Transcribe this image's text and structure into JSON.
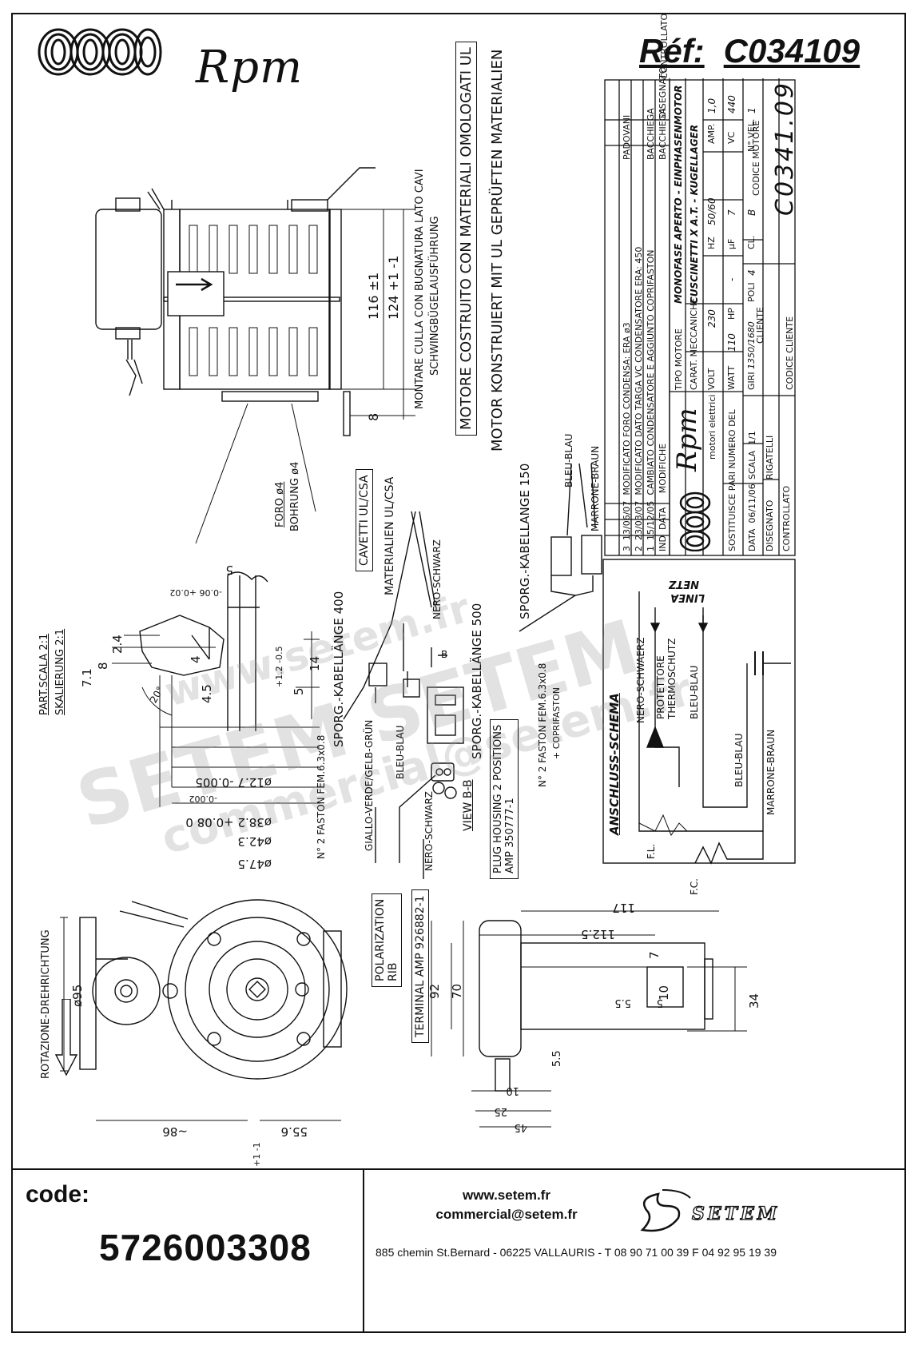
{
  "header": {
    "brand": "Rpm",
    "ref_label": "Réf:",
    "ref_value": "C034109"
  },
  "notes": {
    "ul_it": "MOTORE COSTRUITO CON MATERIALI OMOLOGATI UL",
    "ul_de": "MOTOR KONSTRUIERT MIT UL GEPRÜFTEN MATERIALIEN",
    "mount_it": "MONTARE CULLA CON BUGNATURA LATO CAVI",
    "mount_de": "SCHWINGBÜGELAUSFÜHRUNG",
    "hole_it": "FORO ø4",
    "hole_de": "BOHRUNG ø4",
    "scale_it": "PART.SCALA 2:1",
    "scale_de": "SKALIERUNG 2:1",
    "rotation": "ROTAZIONE-DREHRICHTUNG"
  },
  "dims_top": {
    "d116": "116 ±1",
    "d124": "124 +1 -1",
    "d8": "8"
  },
  "dims_detail": {
    "d2_4": "2.4",
    "d8": "8",
    "d7_1": "7.1",
    "d4": "4",
    "d4_5": "4.5",
    "angle": "20°",
    "d14": "14",
    "d5": "5",
    "d5tol": "+1.2 -0.5",
    "d5b": "5",
    "d5btol": "-0.06 +0.02",
    "d12_7": "ø12.7 -0.005",
    "d38_2": "ø38.2 +0.08 0",
    "d42_3": "ø42.3",
    "d47_5": "ø47.5",
    "tol002": "-0.002"
  },
  "cables": {
    "ul_box": "CAVETTI UL/CSA",
    "ul_materials": "MATERIALIEN UL/CSA",
    "nero": "NERO-SCHWARZ",
    "length400": "SPORG.-KABELLÄNGE 400",
    "length500": "SPORG.-KABELLÄNGE 500",
    "length150": "SPORG.-KABELLANGE 150",
    "faston1": "N° 2 FASTON FEM.6.3x0.8",
    "faston2": "N° 2 FASTON FEM.6.3x0.8",
    "faston2b": "+ COPRIFASTON",
    "giallo": "GIALLO-VERDE/GELB-GRÜN",
    "bleu1": "BLEU-BLAU",
    "bleu2": "BLEU-BLAU",
    "marrone": "MARRONE-BRAUN",
    "view": "VIEW B-B",
    "plug1": "PLUG HOUSING 2 POSITIONS",
    "plug2": "AMP 350777-1",
    "polar1": "POLARIZATION",
    "polar2": "RIB",
    "terminal": "TERMINAL AMP 926882-1",
    "nero2": "NERO-SCHWARZ",
    "section_b": "B"
  },
  "wiring": {
    "title": "ANSCHLUSS-SCHEMA",
    "linea": "LINEA",
    "netz": "NETZ",
    "nero": "NERO-SCHWAERZ",
    "prot1": "PROTETTORE",
    "prot2": "THERMOSCHUTZ",
    "bleu1": "BLEU-BLAU",
    "bleu2": "BLEU-BLAU",
    "marrone": "MARRONE-BRAUN",
    "fl": "F.L.",
    "fc": "F.C."
  },
  "dims_bottom": {
    "d95": "ø95",
    "d86": "~86",
    "d55_6": "55.6",
    "d55tol": "+1 -1",
    "d117": "117",
    "d112_5": "112.5",
    "d7": "7",
    "d10": "10",
    "d5_5a": "5.5",
    "d5a": "5",
    "d34": "34",
    "d92": "92",
    "d70": "70",
    "d5_5b": "5.5",
    "d10b": "10",
    "d25": "25",
    "d45": "45"
  },
  "title_block": {
    "revisions": [
      {
        "n": "3",
        "date": "13/06/07",
        "desc": "MODIFICATO FORO CONDENSA: ERA ø3",
        "by": "PADOVANI"
      },
      {
        "n": "2",
        "date": "23/03/07",
        "desc": "MODIFICATO DATO TARGA VC CONDENSATORE ERA: 450",
        "by": "BACCHIEGA"
      },
      {
        "n": "1",
        "date": "15/12/05",
        "desc": "CAMBIATO CONDENSATORE E AGGIUNTO COPRIFASTON",
        "by": "BACCHIEGA"
      }
    ],
    "rev_head_ind": "IND",
    "rev_head_data": "DATA",
    "rev_head_mod": "MODIFICHE",
    "rev_head_dis": "DISEGNATO",
    "rev_head_con": "CONTROLLATO",
    "tipo_label": "TIPO MOTORE",
    "tipo_value": "MONOFASE APERTO - EINPHASENMOTOR",
    "carat_label": "CARAT. MECCANICHE",
    "carat_value": "CUSCINETTI X A.T. - KUGELLAGER",
    "volt_label": "VOLT",
    "volt": "230",
    "hz_label": "HZ",
    "hz": "50/60",
    "amp_label": "AMP.",
    "amp": "1,0",
    "watt_label": "WATT",
    "watt": "110",
    "hp_label": "HP",
    "hp": "-",
    "uf_label": "µF",
    "uf": "7",
    "vc_label": "VC",
    "vc": "440",
    "giri_label": "GIRI",
    "giri": "1350/1680",
    "poli_label": "POLI",
    "poli": "4",
    "cl_label": "CL.",
    "cl": "B",
    "nvel_label": "N° VEL.",
    "nvel": "1",
    "cliente_label": "CLIENTE",
    "codice_motore_label": "CODICE MOTORE",
    "codice_motore": "C0341.09",
    "codice_cliente_label": "CODICE CLIENTE",
    "company_sub": "motori elettrici",
    "sostituisce": "SOSTITUISCE PARI NUMERO DEL",
    "sostituisce_val": "-",
    "data_label": "DATA",
    "data": "06/11/06",
    "scala_label": "SCALA",
    "scala": "1/1",
    "disegnato_label": "DISEGNATO",
    "rigatelli": "RIGATELLI",
    "controllato_label": "CONTROLLATO"
  },
  "watermark": {
    "w1": "SETEM SETEM",
    "w2": "commercial@setem.fr",
    "w3": "www.setem.fr"
  },
  "footer": {
    "code_label": "code:",
    "code_value": "5726003308",
    "website": "www.setem.fr",
    "email": "commercial@setem.fr",
    "address": "885 chemin St.Bernard  -  06225 VALLAURIS  -  T 08 90 71 00 39   F 04 92 95 19 39",
    "setem_brand": "SETEM"
  }
}
